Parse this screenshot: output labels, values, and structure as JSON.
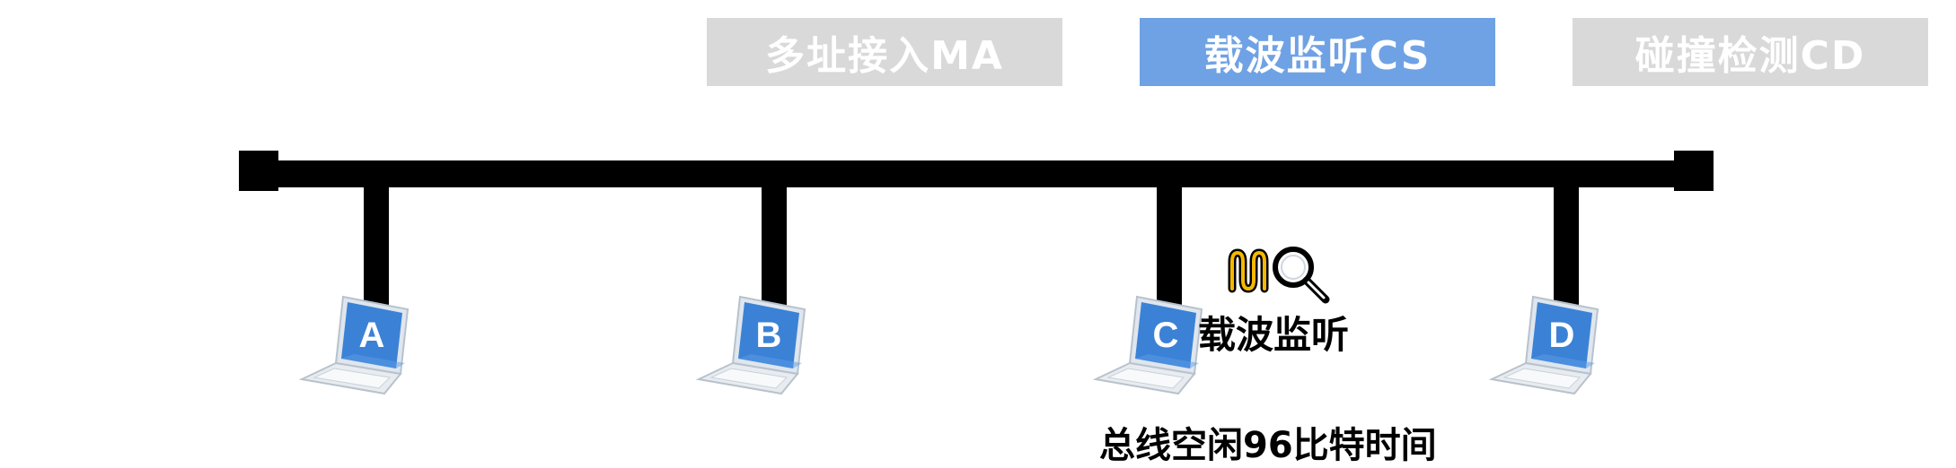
{
  "tabs": [
    {
      "id": "ma",
      "label": "多址接入MA",
      "active": false
    },
    {
      "id": "cs",
      "label": "载波监听CS",
      "active": true
    },
    {
      "id": "cd",
      "label": "碰撞检测CD",
      "active": false
    }
  ],
  "stations": [
    {
      "label": "A"
    },
    {
      "label": "B"
    },
    {
      "label": "C"
    },
    {
      "label": "D"
    }
  ],
  "annotations": {
    "carrier_sense": "载波监听",
    "bus_idle": "总线空闲96比特时间"
  },
  "icons": {
    "signal": "signal-wave-icon",
    "magnifier": "magnifier-icon",
    "laptop": "laptop-icon"
  },
  "colors": {
    "active_tab": "#6fa2e4",
    "inactive_tab": "#d9d9d9",
    "bus": "#000000",
    "screen": "#3b82d6",
    "signal": "#f5b800"
  }
}
